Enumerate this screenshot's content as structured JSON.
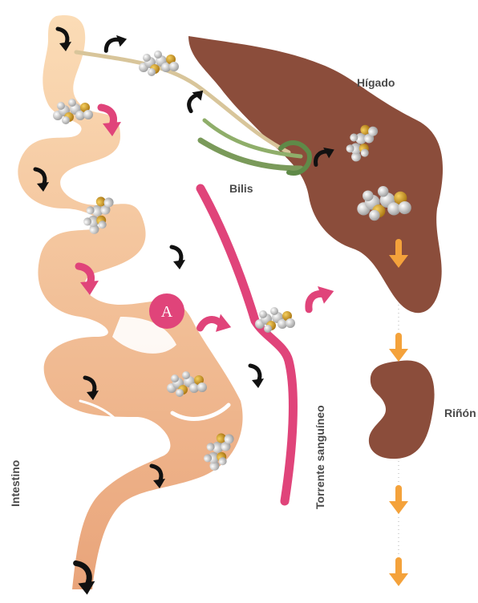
{
  "labels": {
    "liver": "Hígado",
    "bile": "Bilis",
    "kidney": "Riñón",
    "bloodstream": "Torrente sanguíneo",
    "intestine": "Intestino",
    "marker_a": "A"
  },
  "colors": {
    "intestine_light": "#f9d8b0",
    "intestine_dark": "#e9a77c",
    "liver": "#8b4d3b",
    "kidney": "#8b4d3b",
    "bloodstream": "#e0447a",
    "bile_duct": "#7a9a5a",
    "black_arrow": "#111111",
    "pink_arrow": "#e0447a",
    "orange_arrow": "#f4a23b",
    "molecule_white": "#e8e8e8",
    "molecule_yellow": "#e0a020"
  },
  "icons": {
    "molecule": "molecule-icon",
    "black_arrow": "curved-arrow-icon",
    "pink_arrow": "curved-arrow-icon",
    "orange_arrow": "down-arrow-icon"
  }
}
